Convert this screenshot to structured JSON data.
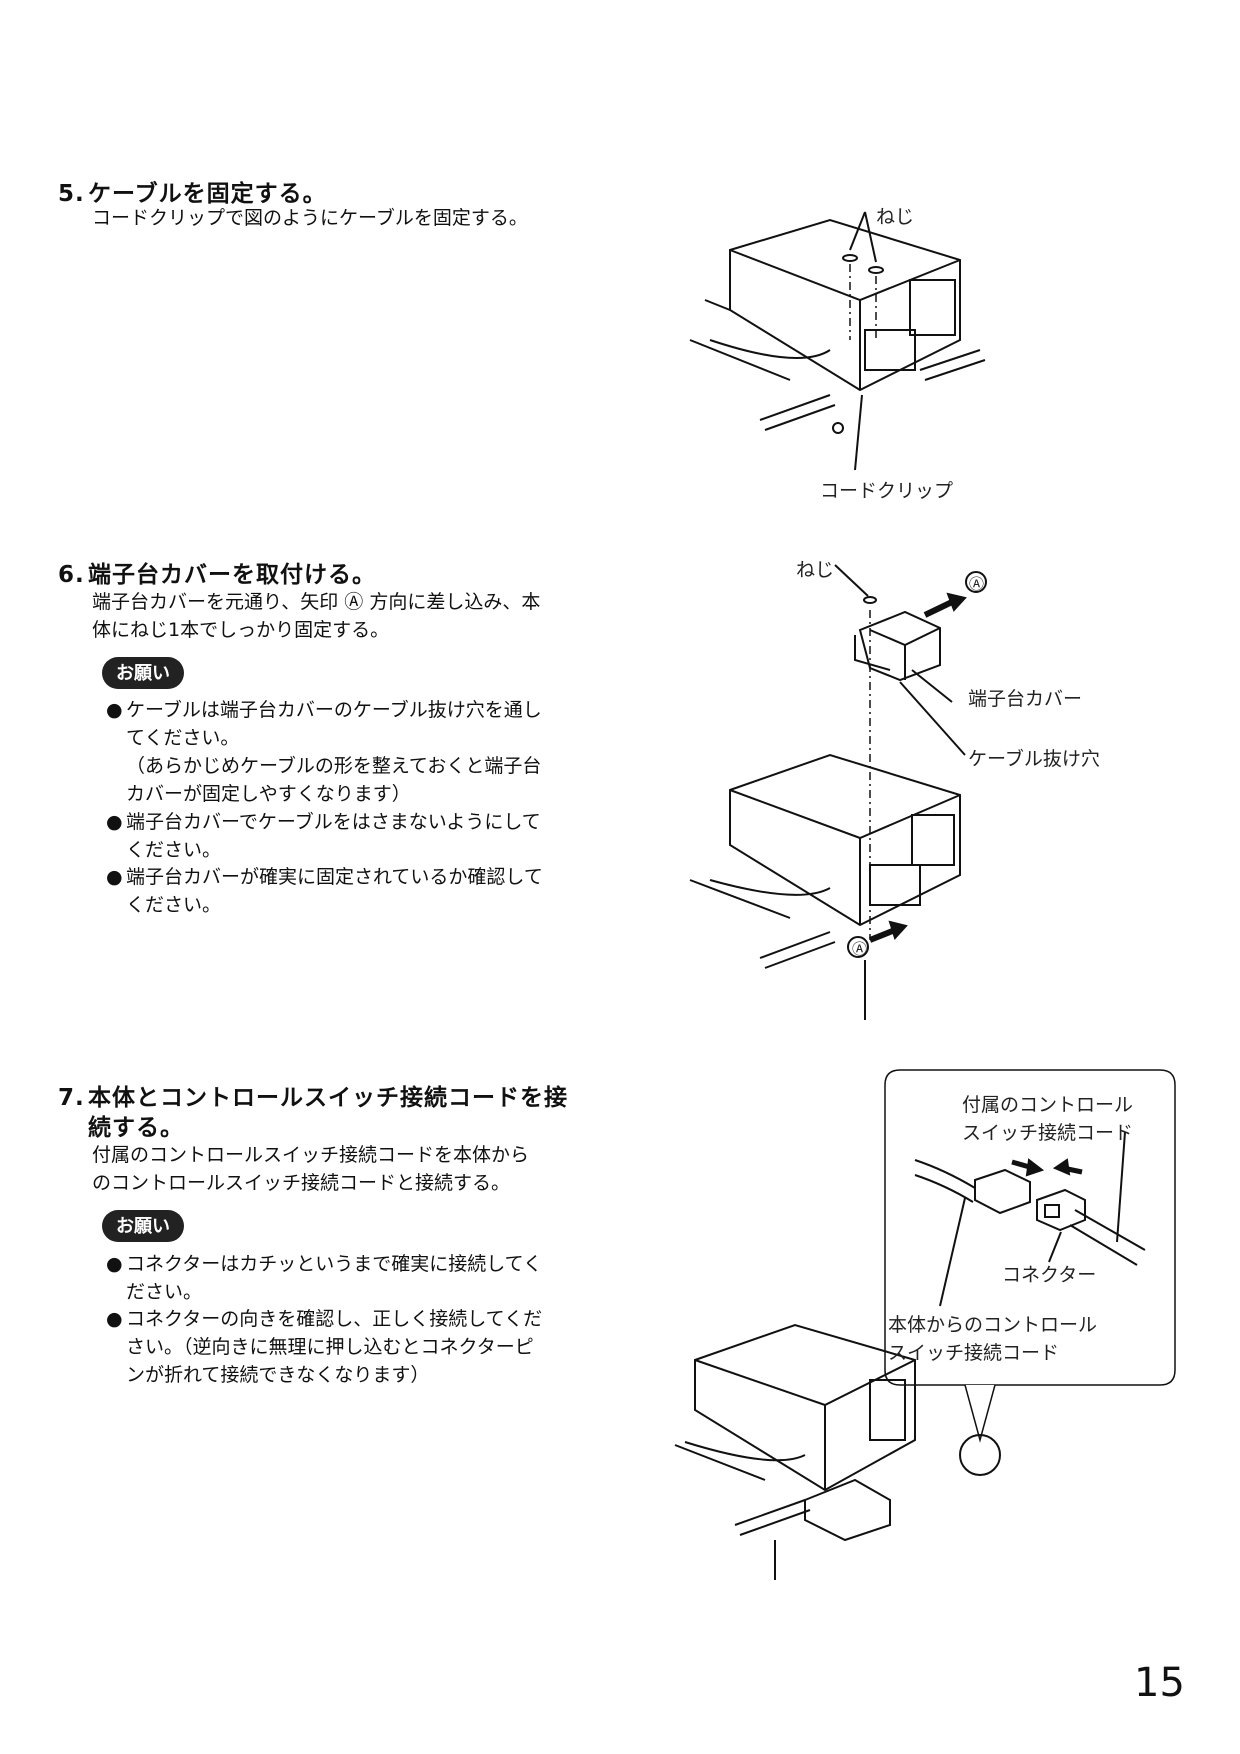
{
  "step5": {
    "number": "5.",
    "title": "ケーブルを固定する。",
    "body": "コードクリップで図のようにケーブルを固定する。",
    "fig_labels": {
      "screw": "ねじ",
      "clip": "コードクリップ"
    }
  },
  "step6": {
    "number": "6.",
    "title": "端子台カバーを取付ける。",
    "body_line1": "端子台カバーを元通り、矢印 Ⓐ 方向に差し込み、本",
    "body_line2": "体にねじ1本でしっかり固定する。",
    "note_badge": "お願い",
    "notes": [
      {
        "lines": [
          "ケーブルは端子台カバーのケーブル抜け穴を通し",
          "てください。",
          "（あらかじめケーブルの形を整えておくと端子台",
          "カバーが固定しやすくなります）"
        ]
      },
      {
        "lines": [
          "端子台カバーでケーブルをはさまないようにして",
          "ください。"
        ]
      },
      {
        "lines": [
          "端子台カバーが確実に固定されているか確認して",
          "ください。"
        ]
      }
    ],
    "fig_labels": {
      "screw": "ねじ",
      "arrow": "Ⓐ",
      "cover": "端子台カバー",
      "hole": "ケーブル抜け穴",
      "arrow2": "Ⓐ"
    }
  },
  "step7": {
    "number": "7.",
    "title_line1": "本体とコントロールスイッチ接続コードを接",
    "title_line2": "続する。",
    "body_line1": "付属のコントロールスイッチ接続コードを本体から",
    "body_line2": "のコントロールスイッチ接続コードと接続する。",
    "note_badge": "お願い",
    "notes": [
      {
        "lines": [
          "コネクターはカチッというまで確実に接続してく",
          "ださい。"
        ]
      },
      {
        "lines": [
          "コネクターの向きを確認し、正しく接続してくだ",
          "さい。（逆向きに無理に押し込むとコネクターピ",
          "ンが折れて接続できなくなります）"
        ]
      }
    ],
    "fig_labels": {
      "supplied_line1": "付属のコントロール",
      "supplied_line2": "スイッチ接続コード",
      "connector": "コネクター",
      "main_line1": "本体からのコントロール",
      "main_line2": "スイッチ接続コード"
    }
  },
  "bullet": "●",
  "page_number": "15"
}
